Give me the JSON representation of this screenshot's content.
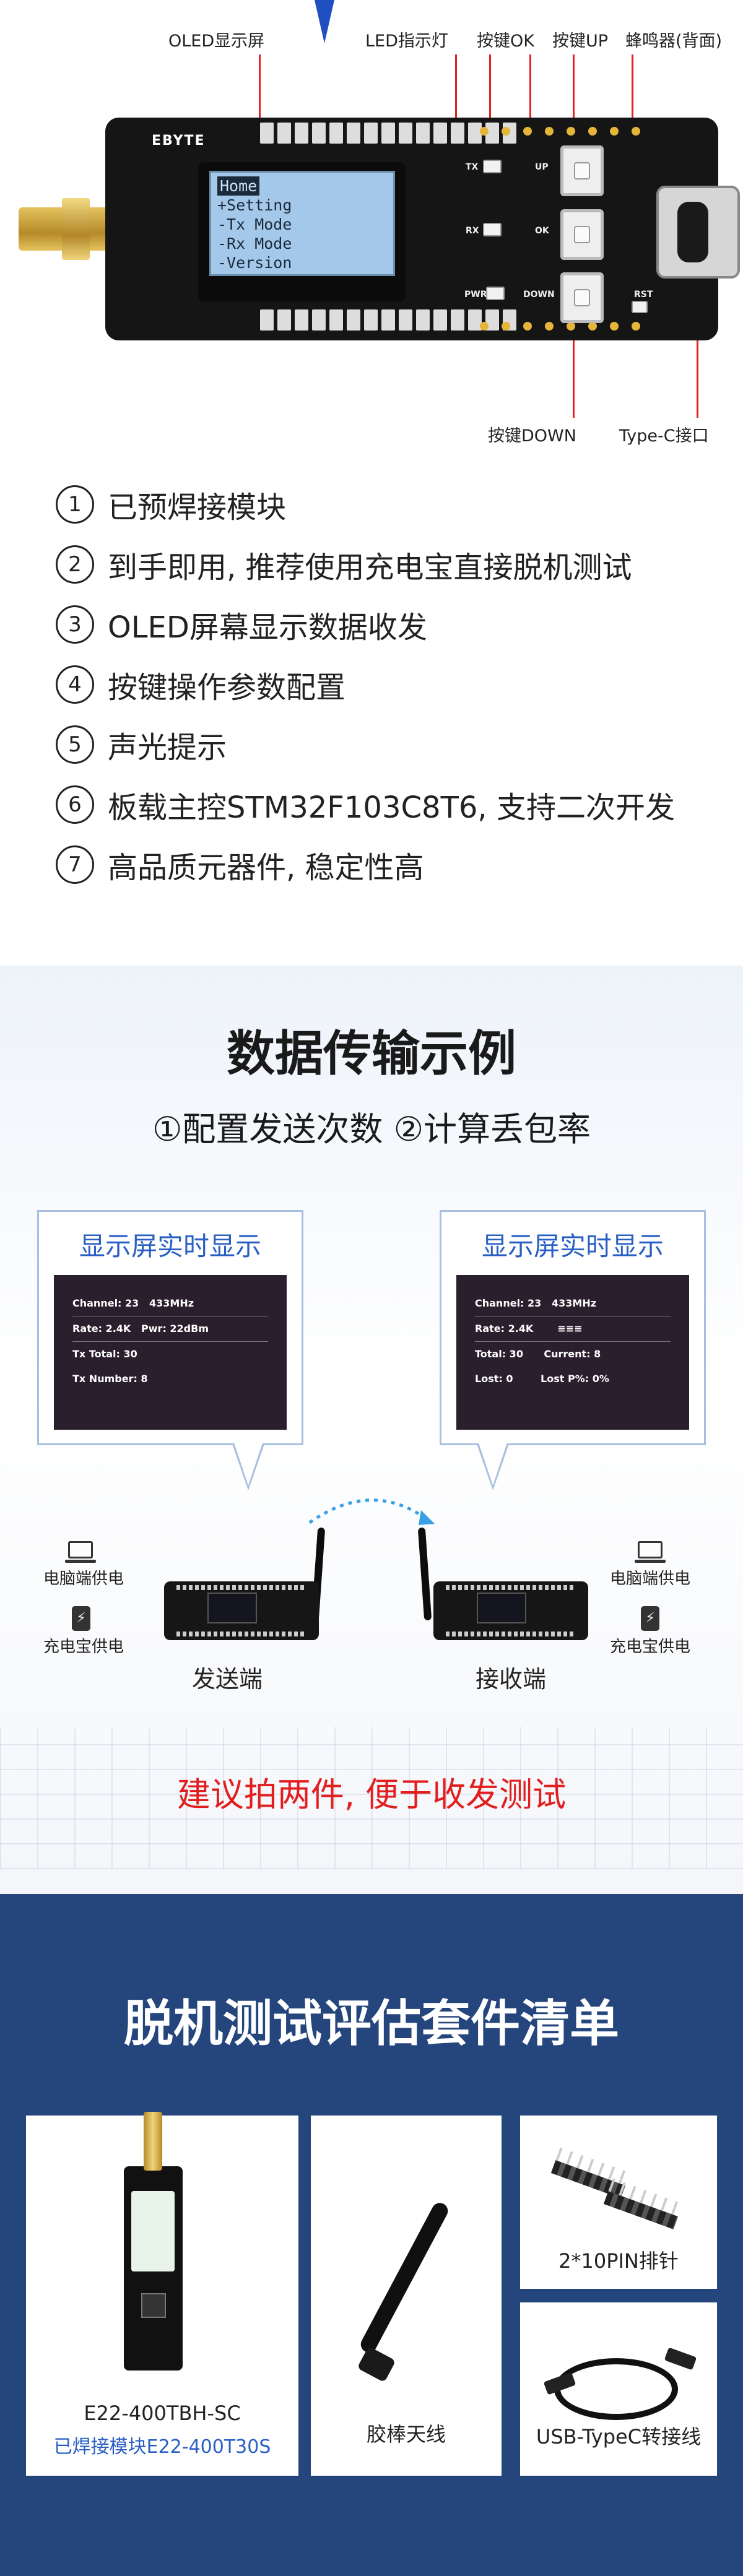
{
  "board": {
    "logo": "EBYTE",
    "oled_lines": [
      "Home",
      "+Setting",
      "-Tx Mode",
      "-Rx Mode",
      "-Version"
    ],
    "silk": {
      "tx": "TX",
      "rx": "RX",
      "pwr": "PWR",
      "up": "UP",
      "ok": "OK",
      "down": "DOWN",
      "rst": "RST"
    }
  },
  "callouts": {
    "oled": "OLED显示屏",
    "led": "LED指示灯",
    "ok": "按键OK",
    "up": "按键UP",
    "buzzer": "蜂鸣器(背面)",
    "down": "按键DOWN",
    "typec": "Type-C接口"
  },
  "features": [
    {
      "num": "1",
      "text": "已预焊接模块"
    },
    {
      "num": "2",
      "text": "到手即用, 推荐使用充电宝直接脱机测试"
    },
    {
      "num": "3",
      "text": "OLED屏幕显示数据收发"
    },
    {
      "num": "4",
      "text": "按键操作参数配置"
    },
    {
      "num": "5",
      "text": "声光提示"
    },
    {
      "num": "6",
      "text": "板载主控STM32F103C8T6, 支持二次开发"
    },
    {
      "num": "7",
      "text": "高品质元器件, 稳定性高"
    }
  ],
  "transfer": {
    "title": "数据传输示例",
    "subtitle": "①配置发送次数 ②计算丢包率",
    "left_panel": {
      "title": "显示屏实时显示",
      "rows": [
        [
          "Channel: 23",
          "433MHz"
        ],
        [
          "Rate: 2.4K",
          "Pwr: 22dBm"
        ],
        [
          "Tx Total: 30",
          ""
        ],
        [
          "Tx Number: 8",
          ""
        ]
      ]
    },
    "right_panel": {
      "title": "显示屏实时显示",
      "rows": [
        [
          "Channel: 23",
          "433MHz"
        ],
        [
          "Rate: 2.4K",
          "≡≡≡"
        ],
        [
          "Total: 30",
          "Current: 8"
        ],
        [
          "Lost: 0",
          "Lost P%: 0%"
        ]
      ]
    },
    "power_pc": "电脑端供电",
    "power_bank": "充电宝供电",
    "sender": "发送端",
    "receiver": "接收端",
    "note": "建议拍两件, 便于收发测试"
  },
  "kit": {
    "title": "脱机测试评估套件清单",
    "items": [
      {
        "name": "E22-400TBH-SC",
        "sub": "已焊接模块E22-400T30S",
        "icon": "module-board-icon"
      },
      {
        "name": "胶棒天线",
        "icon": "rubber-antenna-icon"
      },
      {
        "name": "2*10PIN排针",
        "icon": "pin-header-icon"
      },
      {
        "name": "USB-TypeC转接线",
        "icon": "usb-cable-icon"
      }
    ]
  },
  "colors": {
    "accent": "#2a5fc4",
    "note": "#e21f1f",
    "kit_bg": "#25467c",
    "callout_line": "#e52222"
  }
}
